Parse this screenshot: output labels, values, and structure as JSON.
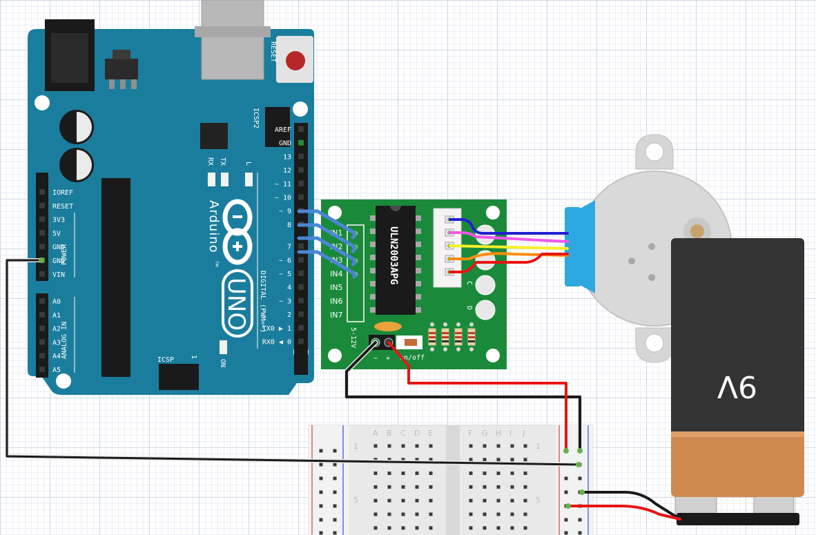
{
  "arduino": {
    "reset_label": "RESET",
    "icsp2_label": "ICSP2",
    "icsp_label": "ICSP",
    "icsp_pin1": "1",
    "tx_label": "TX",
    "rx_label": "RX",
    "l_label": "L",
    "on_label": "ON",
    "brand": "Arduino",
    "tm": "TM",
    "model": "UNO",
    "digital_label": "DIGITAL (PWM=~)",
    "power_label": "POWER",
    "analog_label": "ANALOG IN",
    "digital_pins": [
      "AREF",
      "GND",
      "13",
      "12",
      "~ 11",
      "~ 10",
      "~ 9",
      "8",
      "7",
      "~ 6",
      "~ 5",
      "4",
      "~ 3",
      "2",
      "TX0 ▶ 1",
      "RX0 ◀ 0"
    ],
    "power_pins": [
      "IOREF",
      "RESET",
      "3V3",
      "5V",
      "GND",
      "GND",
      "VIN"
    ],
    "analog_pins": [
      "A0",
      "A1",
      "A2",
      "A3",
      "A4",
      "A5"
    ]
  },
  "driver": {
    "chip_label": "ULN2003APG",
    "inputs": [
      "IN1",
      "IN2",
      "IN3",
      "IN4",
      "IN5",
      "IN6",
      "IN7"
    ],
    "voltage_label": "5-12V",
    "minus": "−",
    "plus": "+",
    "onoff": "on/off",
    "led_c": "C",
    "led_d": "D"
  },
  "battery": {
    "label": "9V"
  },
  "breadboard": {
    "letters_left": [
      "A",
      "B",
      "C",
      "D",
      "E"
    ],
    "letters_right": [
      "F",
      "G",
      "H",
      "I",
      "J"
    ],
    "row_label_1": "1",
    "row_label_5": "5"
  },
  "colors": {
    "arduino_board": "#1b7d9d",
    "driver_board": "#1a8a3a",
    "motor_connector": "#2ea8e0",
    "battery_top": "#333333",
    "battery_bottom": "#cf8a52",
    "wire_blue": "#4a86d6",
    "wire_red": "#e81414",
    "wire_black": "#1a1a1a"
  }
}
